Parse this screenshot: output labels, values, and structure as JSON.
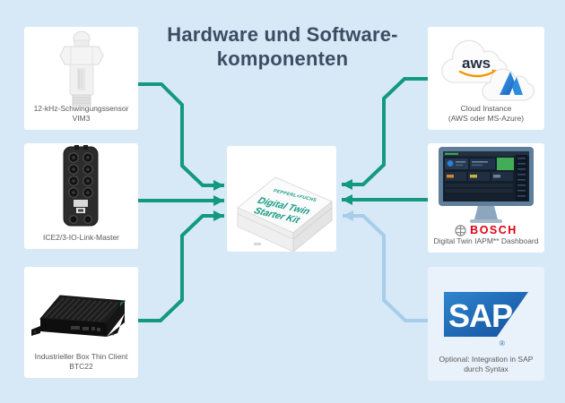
{
  "title": {
    "line1": "Hardware und Software-",
    "line2": "komponenten"
  },
  "cards": {
    "sensor": {
      "caption1": "12-kHz-Schwingungssensor",
      "caption2": "VIM3"
    },
    "iolink": {
      "caption1": "ICE2/3-IO-Link-Master"
    },
    "thin_client": {
      "caption1": "Industrieller Box Thin Client",
      "caption2": "BTC22"
    },
    "starter_kit": {
      "brand": "PEPPERL+FUCHS",
      "label1": "Digital Twin",
      "label2": "Starter Kit"
    },
    "cloud": {
      "aws_label": "aws",
      "caption1": "Cloud Instance",
      "caption2": "(AWS oder MS-Azure)"
    },
    "dashboard": {
      "brand": "BOSCH",
      "caption1": "Digital Twin IAPM** Dashboard"
    },
    "sap": {
      "logo": "SAP",
      "reg": "®",
      "caption1": "Optional: Integration in SAP",
      "caption2": "durch Syntax"
    }
  },
  "colors": {
    "background": "#d7e9f6",
    "card": "#ffffff",
    "sap_card_tint": "#e9f2fa",
    "title_text": "#3c4d63",
    "arrow_green": "#12997f",
    "arrow_light_blue": "#a6cdea",
    "caption_text": "#58595b",
    "bosch_red": "#e20015",
    "aws_dark": "#232f3e",
    "aws_orange": "#f79400",
    "azure_blue": "#2b8de0",
    "sap_blue": "#1d6fba",
    "kit_text_green": "#12997f"
  }
}
